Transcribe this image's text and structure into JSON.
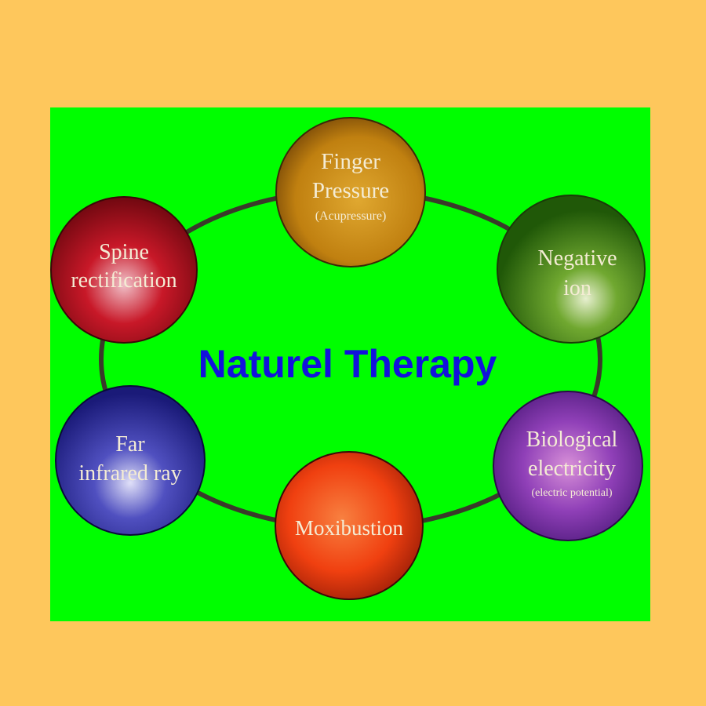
{
  "title": "Naturel Therapy",
  "colors": {
    "background": "#fec75c",
    "panel": "#00fe00",
    "title": "#1212dc",
    "ring": "#3a3a2a"
  },
  "nodes": [
    {
      "line1": "Finger",
      "line2": "Pressure",
      "sub": "(Acupressure)",
      "color": "#c88a10"
    },
    {
      "line1": "Negative",
      "line2": "ion",
      "color": "#3a8a10"
    },
    {
      "line1": "Biological",
      "line2": "electricity",
      "sub": "(electric potential)",
      "color": "#7a2aa8"
    },
    {
      "line1": "Moxibustion",
      "color": "#f04010"
    },
    {
      "line1": "Far",
      "line2": "infrared ray",
      "color": "#3030a0"
    },
    {
      "line1": "Spine",
      "line2": "rectification",
      "color": "#c01020"
    }
  ]
}
